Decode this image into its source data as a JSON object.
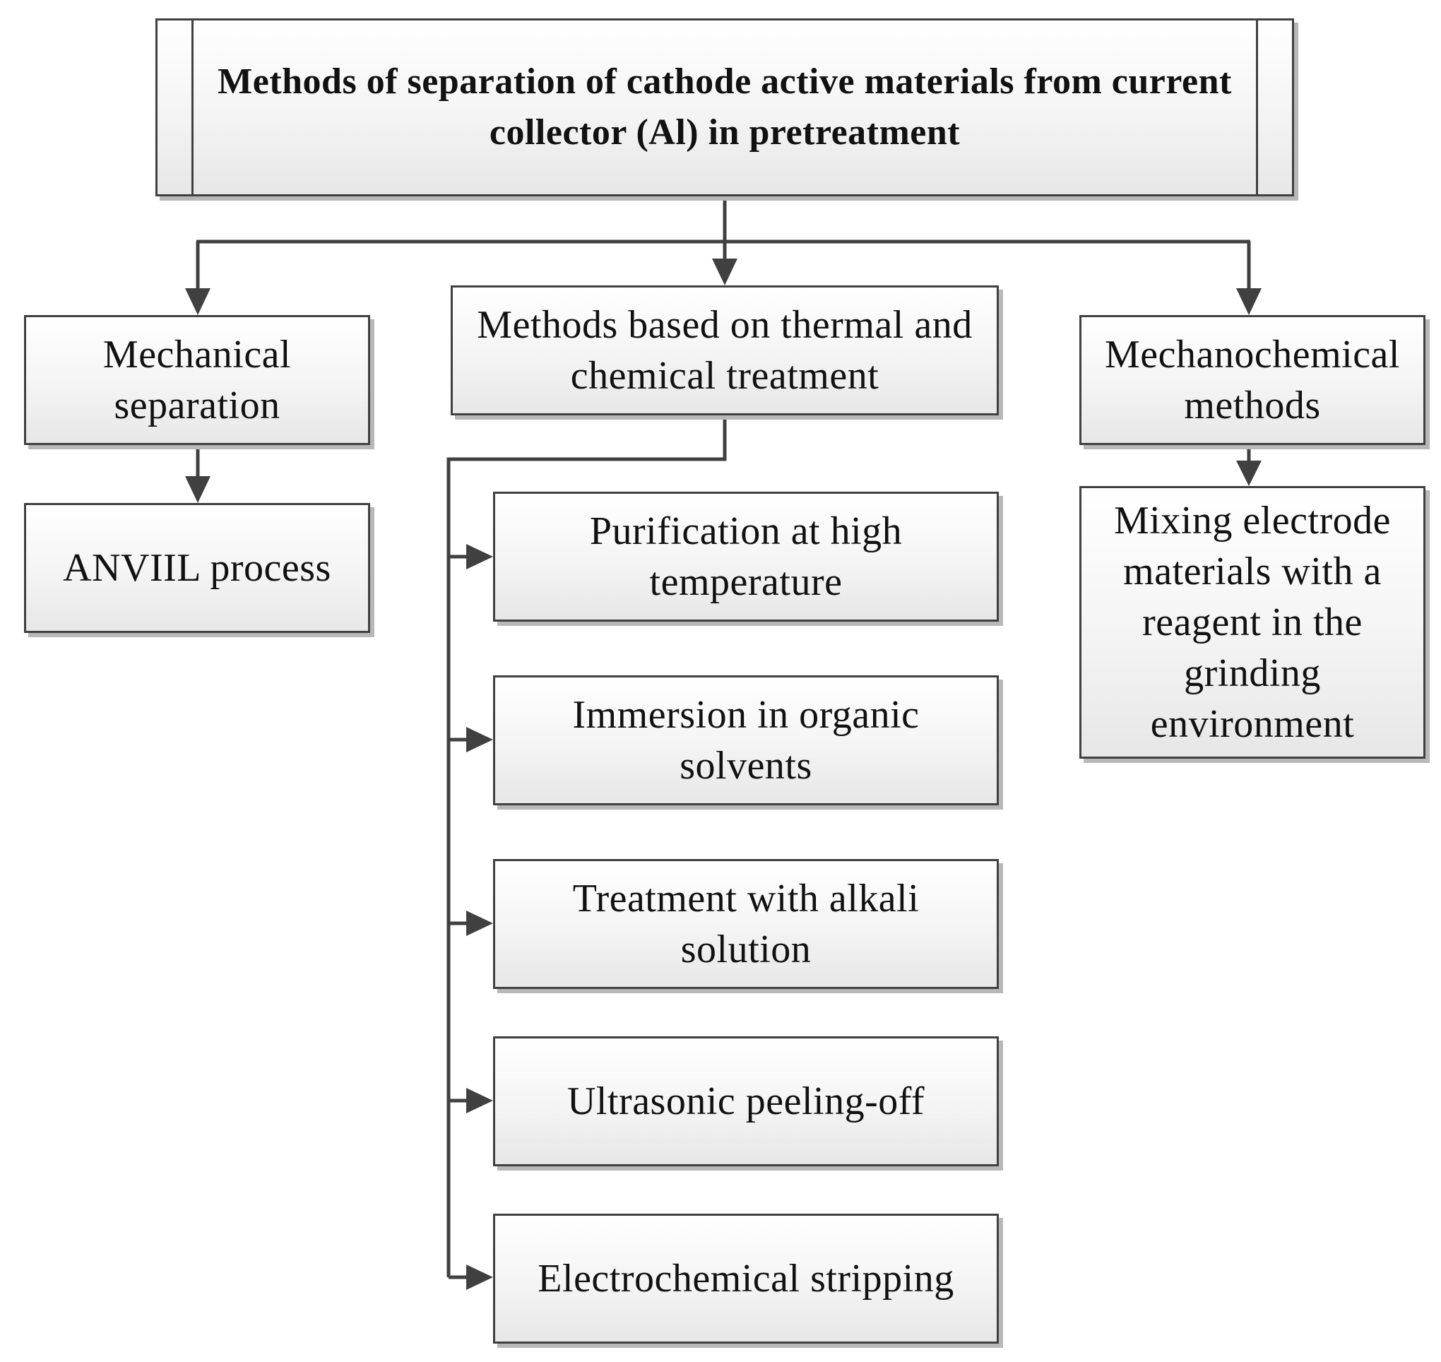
{
  "title": "Methods of separation of cathode active materials from current collector (Al) in pretreatment",
  "branches": {
    "mechanical": {
      "label": "Mechanical separation",
      "child": "ANVIIL process"
    },
    "thermal_chemical": {
      "label": "Methods based on thermal and chemical treatment",
      "children": [
        "Purification at high temperature",
        "Immersion in organic solvents",
        "Treatment with alkali solution",
        "Ultrasonic peeling-off",
        "Electrochemical stripping"
      ]
    },
    "mechanochemical": {
      "label": "Mechanochemical methods",
      "child": "Mixing electrode materials with a reagent in the grinding environment"
    }
  },
  "colors": {
    "line": "#404040",
    "box_border": "#404040",
    "box_fill_top": "#ffffff",
    "box_fill_bottom": "#e7e7e7",
    "shadow": "#b8b8b8"
  }
}
